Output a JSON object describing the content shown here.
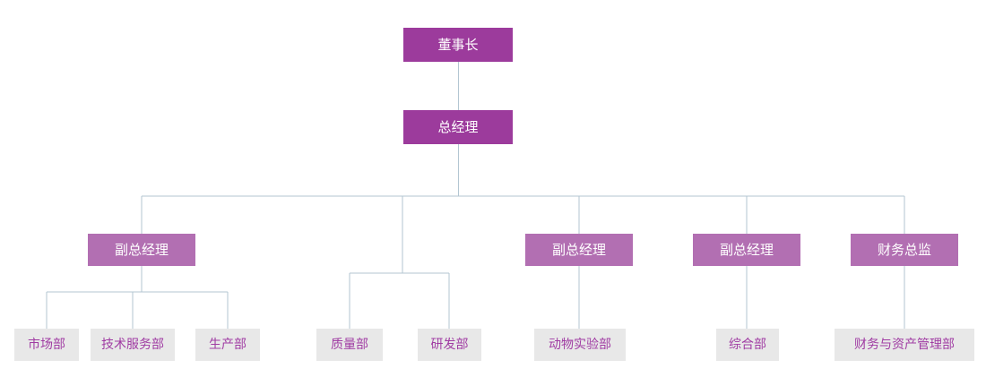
{
  "colors": {
    "executive_fill": "#9C3B9C",
    "manager_fill": "#B26FB2",
    "department_fill": "#E8E8E8",
    "department_text": "#A03CA3",
    "connector_line": "#B3C6D2"
  },
  "nodes": [
    {
      "id": "chairman",
      "label": "董事长",
      "level": 1,
      "reports_to": null
    },
    {
      "id": "general-manager",
      "label": "总经理",
      "level": 2,
      "reports_to": "chairman"
    },
    {
      "id": "deputy-gm-1",
      "label": "副总经理",
      "level": 3,
      "reports_to": "general-manager"
    },
    {
      "id": "deputy-gm-2",
      "label": "副总经理",
      "level": 3,
      "reports_to": "general-manager"
    },
    {
      "id": "deputy-gm-3",
      "label": "副总经理",
      "level": 3,
      "reports_to": "general-manager"
    },
    {
      "id": "finance-director",
      "label": "财务总监",
      "level": 3,
      "reports_to": "general-manager"
    },
    {
      "id": "marketing-dept",
      "label": "市场部",
      "level": 4,
      "reports_to": "deputy-gm-1"
    },
    {
      "id": "tech-service-dept",
      "label": "技术服务部",
      "level": 4,
      "reports_to": "deputy-gm-1"
    },
    {
      "id": "production-dept",
      "label": "生产部",
      "level": 4,
      "reports_to": "deputy-gm-1"
    },
    {
      "id": "quality-dept",
      "label": "质量部",
      "level": 4,
      "reports_to": "general-manager"
    },
    {
      "id": "rnd-dept",
      "label": "研发部",
      "level": 4,
      "reports_to": "general-manager"
    },
    {
      "id": "animal-lab-dept",
      "label": "动物实验部",
      "level": 4,
      "reports_to": "deputy-gm-2"
    },
    {
      "id": "general-affairs-dept",
      "label": "综合部",
      "level": 4,
      "reports_to": "deputy-gm-3"
    },
    {
      "id": "finance-asset-dept",
      "label": "财务与资产管理部",
      "level": 4,
      "reports_to": "finance-director"
    }
  ]
}
